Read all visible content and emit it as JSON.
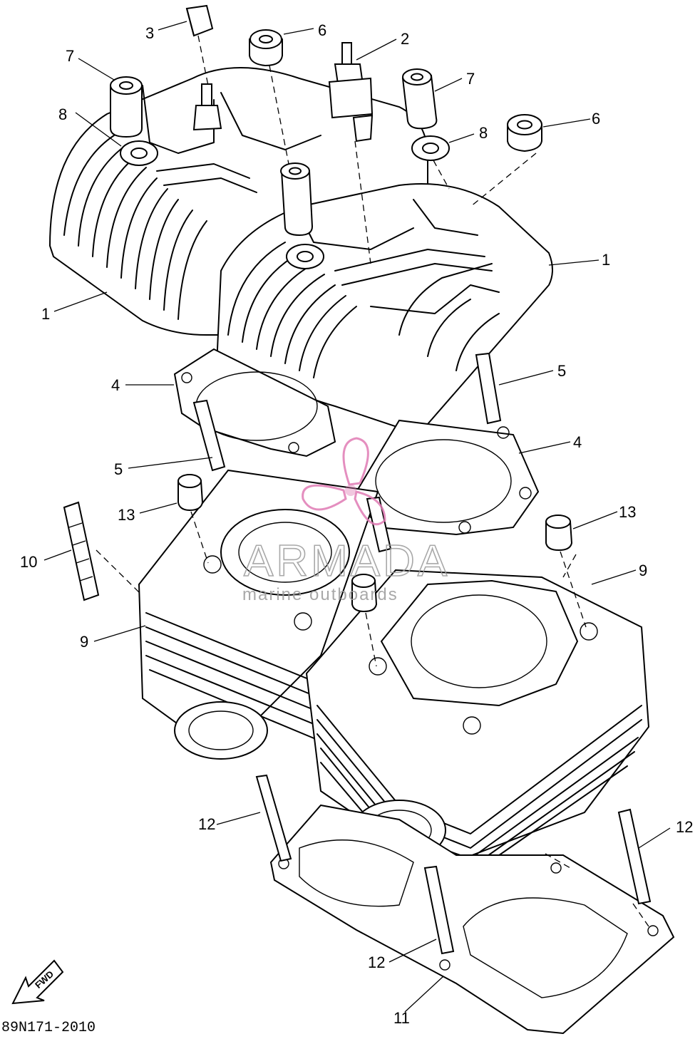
{
  "diagram": {
    "document_code": "89N171-2010",
    "direction_label": "FWD",
    "callouts": {
      "c1a": "1",
      "c1b": "1",
      "c2": "2",
      "c3": "3",
      "c4a": "4",
      "c4b": "4",
      "c5a": "5",
      "c5b": "5",
      "c6a": "6",
      "c6b": "6",
      "c7a": "7",
      "c7b": "7",
      "c8a": "8",
      "c8b": "8",
      "c9a": "9",
      "c9b": "9",
      "c10": "10",
      "c11": "11",
      "c12a": "12",
      "c12b": "12",
      "c12c": "12",
      "c13a": "13",
      "c13b": "13"
    }
  },
  "watermark": {
    "brand": "ARMADA",
    "tagline": "marine outboards",
    "color": "#e07bb4"
  }
}
